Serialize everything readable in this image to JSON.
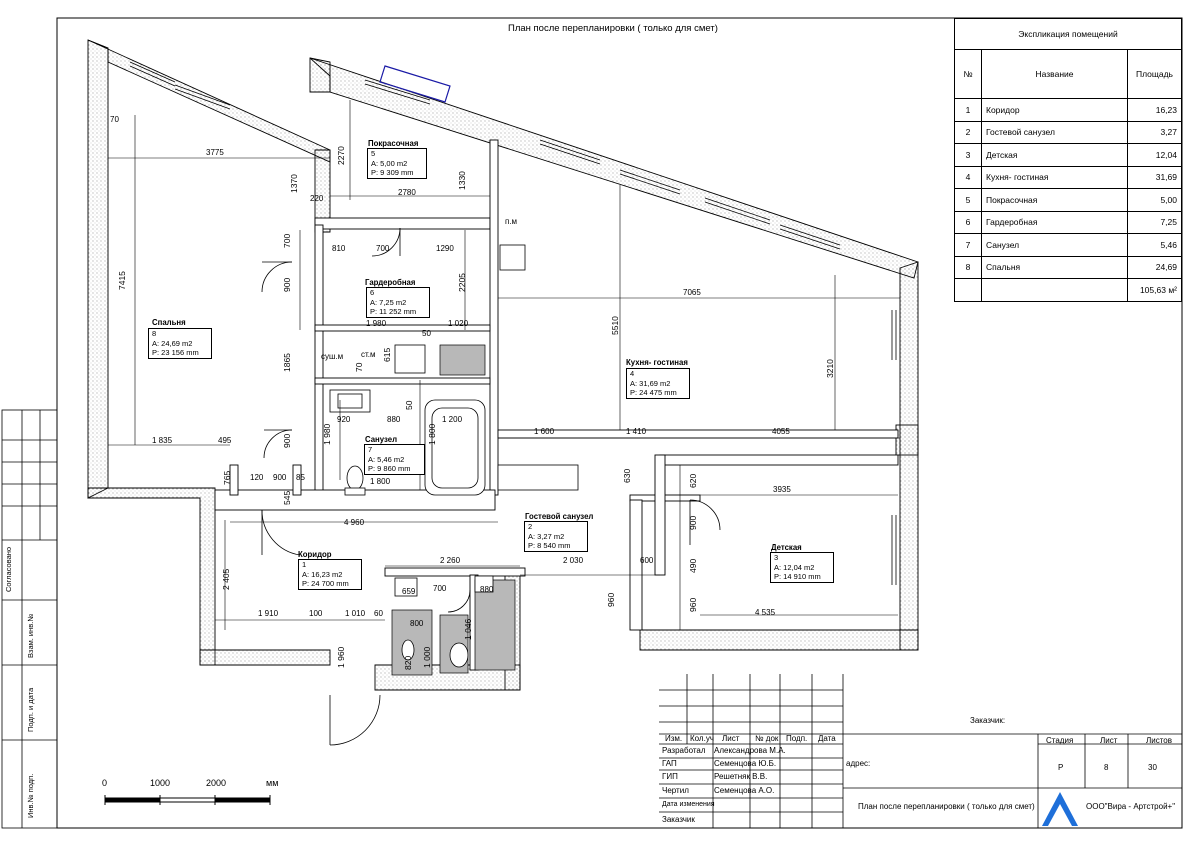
{
  "sheet": {
    "title": "План после перепланировки ( только для смет)"
  },
  "explication": {
    "caption": "Экспликация помещений",
    "headers": [
      "№",
      "Название",
      "Площадь"
    ],
    "rows": [
      {
        "no": "1",
        "name": "Коридор",
        "area": "16,23"
      },
      {
        "no": "2",
        "name": "Гостевой санузел",
        "area": "3,27"
      },
      {
        "no": "3",
        "name": "Детская",
        "area": "12,04"
      },
      {
        "no": "4",
        "name": "Кухня- гостиная",
        "area": "31,69"
      },
      {
        "no": "5",
        "name": "Покрасочная",
        "area": "5,00"
      },
      {
        "no": "6",
        "name": "Гардеробная",
        "area": "7,25"
      },
      {
        "no": "7",
        "name": "Санузел",
        "area": "5,46"
      },
      {
        "no": "8",
        "name": "Спальня",
        "area": "24,69"
      }
    ],
    "total": "105,63 м²"
  },
  "rooms": [
    {
      "name": "Спальня",
      "no": "8",
      "area": "A: 24,69 m2",
      "perim": "P: 23  156 mm"
    },
    {
      "name": "Покрасочная",
      "no": "5",
      "area": "A: 5,00 m2",
      "perim": "P: 9  309 mm"
    },
    {
      "name": "Гардеробная",
      "no": "6",
      "area": "A: 7,25 m2",
      "perim": "P: 11  252 mm"
    },
    {
      "name": "Кухня- гостиная",
      "no": "4",
      "area": "A: 31,69 m2",
      "perim": "P: 24  475 mm"
    },
    {
      "name": "Санузел",
      "no": "7",
      "area": "A: 5,46 m2",
      "perim": "P: 9  860 mm"
    },
    {
      "name": "Гостевой санузел",
      "no": "2",
      "area": "A: 3,27 m2",
      "perim": "P: 8  540 mm"
    },
    {
      "name": "Коридор",
      "no": "1",
      "area": "A: 16,23 m2",
      "perim": "P: 24  700 mm"
    },
    {
      "name": "Детская",
      "no": "3",
      "area": "A: 12,04 m2",
      "perim": "P: 14  910 mm"
    }
  ],
  "labels": {
    "pm": "п.м",
    "sush": "суш.м",
    "stm": "ст.м"
  },
  "dims": [
    "70",
    "3775",
    "7415",
    "1370",
    "2270",
    "220",
    "2780",
    "1330",
    "700",
    "810",
    "700",
    "1290",
    "900",
    "2205",
    "1 980",
    "1 020",
    "50",
    "1865",
    "70",
    "615",
    "920",
    "880",
    "50",
    "1 200",
    "1 800",
    "1 980",
    "900",
    "1 835",
    "495",
    "765",
    "120",
    "900",
    "85",
    "545",
    "1 800",
    "4 960",
    "5510",
    "7065",
    "3210",
    "1 600",
    "1 410",
    "4055",
    "630",
    "620",
    "3935",
    "900",
    "2 260",
    "2 030",
    "600",
    "490",
    "960",
    "960",
    "4 535",
    "2 405",
    "1 910",
    "100",
    "1 010",
    "60",
    "700",
    "880",
    "659",
    "800",
    "1 046",
    "1 000",
    "820",
    "1 960"
  ],
  "scale": {
    "ticks": [
      "0",
      "1000",
      "2000",
      "мм"
    ]
  },
  "side_stamp": {
    "labels": [
      "Согласовано",
      "Взам. инв.№",
      "Подп. и дата",
      "Инв.№ подп."
    ]
  },
  "title_block": {
    "customer_label": "Заказчик:",
    "cols": [
      "Изм.",
      "Кол.уч",
      "Лист",
      "№ док",
      "Подп.",
      "Дата"
    ],
    "roles": [
      {
        "role": "Разработал",
        "name": "Александрова М.А."
      },
      {
        "role": "ГАП",
        "name": "Семенцова Ю.Б."
      },
      {
        "role": "ГИП",
        "name": "Решетняк В.В."
      },
      {
        "role": "Чертил",
        "name": "Семенцова А.О."
      },
      {
        "role": "Дата изменения",
        "name": ""
      },
      {
        "role": "Заказчик",
        "name": ""
      }
    ],
    "address_label": "адрес:",
    "stage_headers": [
      "Стадия",
      "Лист",
      "Листов"
    ],
    "stage_values": [
      "Р",
      "8",
      "30"
    ],
    "sheet_name": "План после перепланировки ( только для смет)",
    "company": "ООО\"Вира - Артстрой+\""
  },
  "colors": {
    "wall_fill": "#ffffff",
    "wet_zone": "#b8b8b8",
    "window_blue": "#1a1aa6",
    "logo_blue": "#1e6fd9"
  }
}
